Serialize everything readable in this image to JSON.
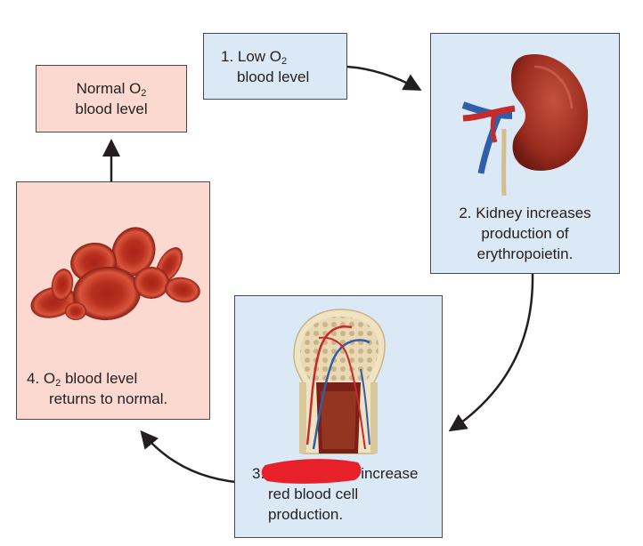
{
  "diagram": {
    "normal_box": {
      "line1_a": "Normal O",
      "line1_sub": "2",
      "line2": "blood level"
    },
    "step1": {
      "line1_a": "1. Low O",
      "line1_sub": "2",
      "line2": "blood level"
    },
    "step2": {
      "line1": "2. Kidney increases",
      "line2": "production of",
      "line3": "erythropoietin."
    },
    "step3": {
      "line1_a": "3.",
      "line1_b": "increase",
      "line2": "red blood cell",
      "line3": "production."
    },
    "step4": {
      "line1_a": "4. O",
      "line1_sub": "2",
      "line1_b": " blood level",
      "line2": "returns to normal."
    },
    "colors": {
      "blue_box": "#dbe9f6",
      "pink_box": "#fbd9d0",
      "redaction": "#e8202a",
      "arrow": "#231f20"
    },
    "icons": [
      "kidney-illustration",
      "bone-marrow-illustration",
      "red-blood-cells-illustration"
    ]
  }
}
